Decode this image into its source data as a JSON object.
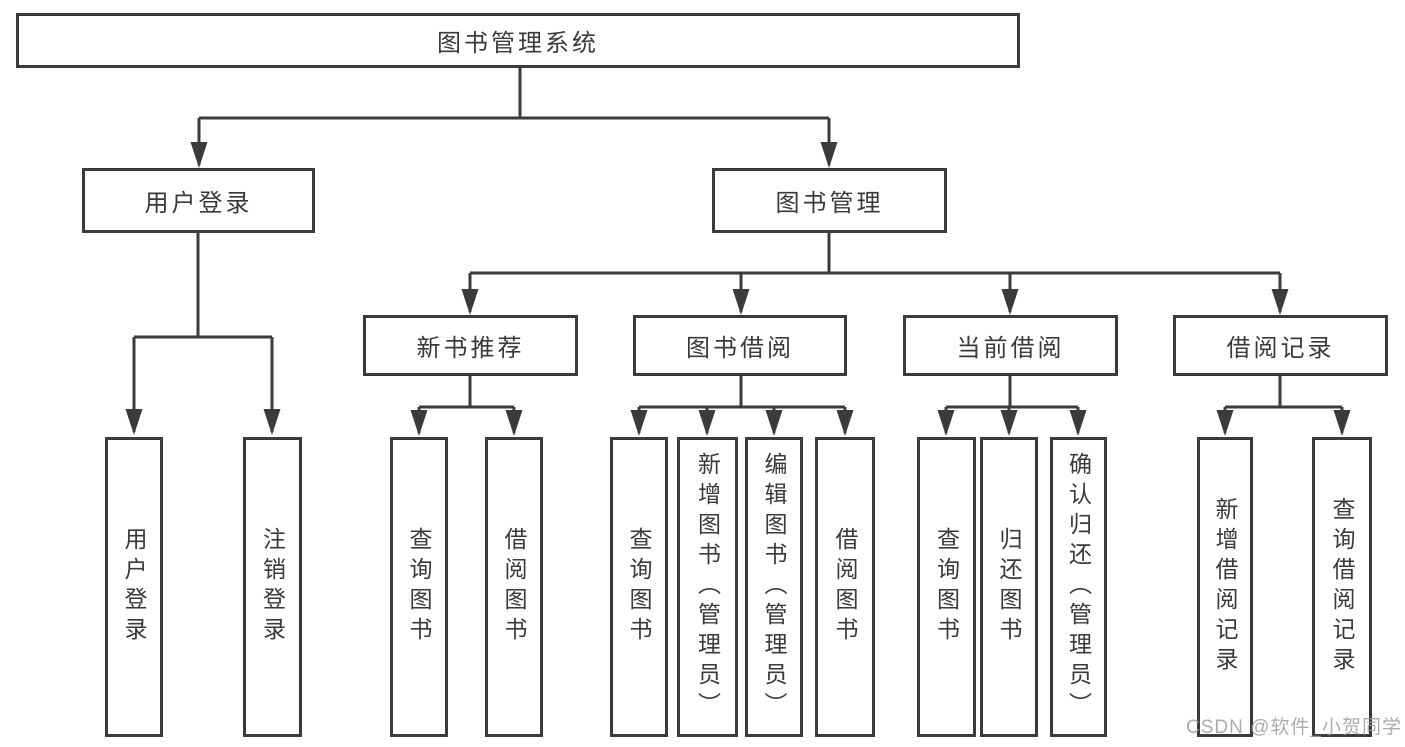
{
  "diagram": {
    "root": {
      "label": "图书管理系统"
    },
    "branches": [
      {
        "label": "用户登录",
        "children": [
          {
            "label": "用户登录"
          },
          {
            "label": "注销登录"
          }
        ]
      },
      {
        "label": "图书管理",
        "children": [
          {
            "label": "新书推荐",
            "children": [
              {
                "label": "查询图书"
              },
              {
                "label": "借阅图书"
              }
            ]
          },
          {
            "label": "图书借阅",
            "children": [
              {
                "label": "查询图书"
              },
              {
                "label": "新增图书（管理员）"
              },
              {
                "label": "编辑图书（管理员）"
              },
              {
                "label": "借阅图书"
              }
            ]
          },
          {
            "label": "当前借阅",
            "children": [
              {
                "label": "查询图书"
              },
              {
                "label": "归还图书"
              },
              {
                "label": "确认归还（管理员）"
              }
            ]
          },
          {
            "label": "借阅记录",
            "children": [
              {
                "label": "新增借阅记录"
              },
              {
                "label": "查询借阅记录"
              }
            ]
          }
        ]
      }
    ]
  },
  "watermark": {
    "text": "CSDN @软件_小贺同学"
  },
  "colors": {
    "line": "#3b3b3b",
    "text": "#3a3a3a",
    "watermark": "#9e9e9e",
    "background": "#ffffff"
  }
}
